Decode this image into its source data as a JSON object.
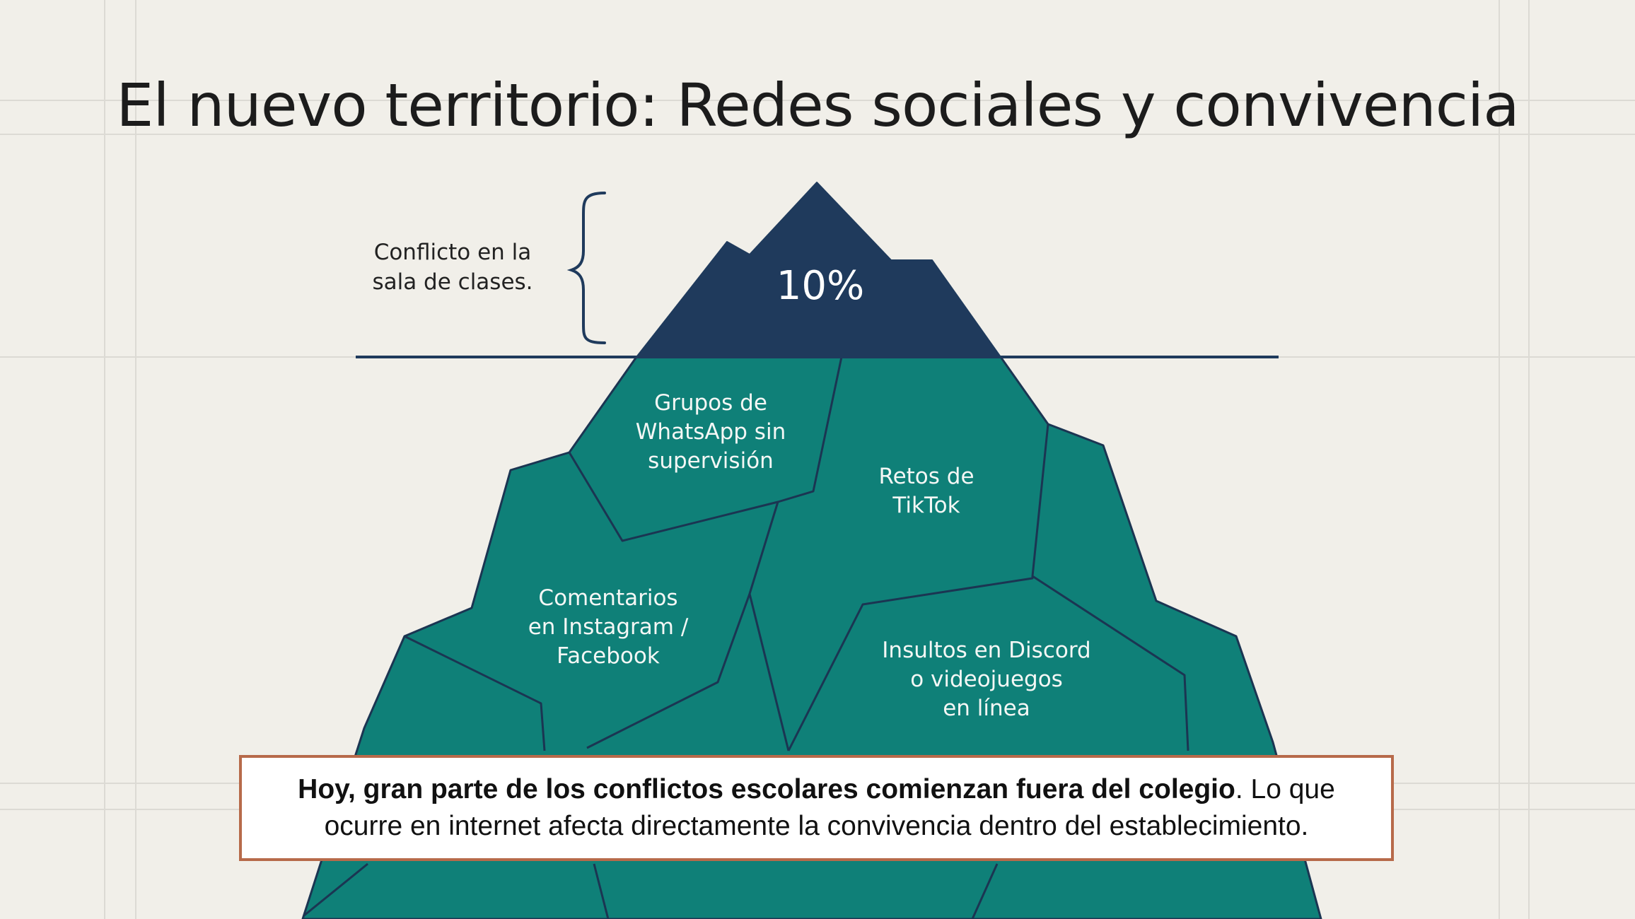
{
  "title": "El nuevo territorio: Redes sociales y convivencia",
  "annotation": {
    "lines": [
      "Conflicto en la",
      "sala de clases."
    ]
  },
  "tip": {
    "value": "10%"
  },
  "segments": [
    {
      "id": "whatsapp",
      "lines": [
        "Grupos de",
        "WhatsApp sin",
        "supervisión"
      ]
    },
    {
      "id": "tiktok",
      "lines": [
        "Retos de",
        "TikTok"
      ]
    },
    {
      "id": "instagram",
      "lines": [
        "Comentarios",
        "en Instagram /",
        "Facebook"
      ]
    },
    {
      "id": "discord",
      "lines": [
        "Insultos en Discord",
        "o videojuegos",
        "en línea"
      ]
    }
  ],
  "callout": {
    "bold": "Hoy, gran parte de los conflictos escolares comienzan fuera del colegio",
    "rest_line1": ". Lo que",
    "rest_line2": "ocurre en internet afecta directamente la convivencia dentro del establecimiento."
  },
  "colors": {
    "background": "#f1efe9",
    "tip": "#1f3a5c",
    "underwater": "#0f8078",
    "seam": "#1b3552",
    "callout_border": "#b76a4a"
  }
}
